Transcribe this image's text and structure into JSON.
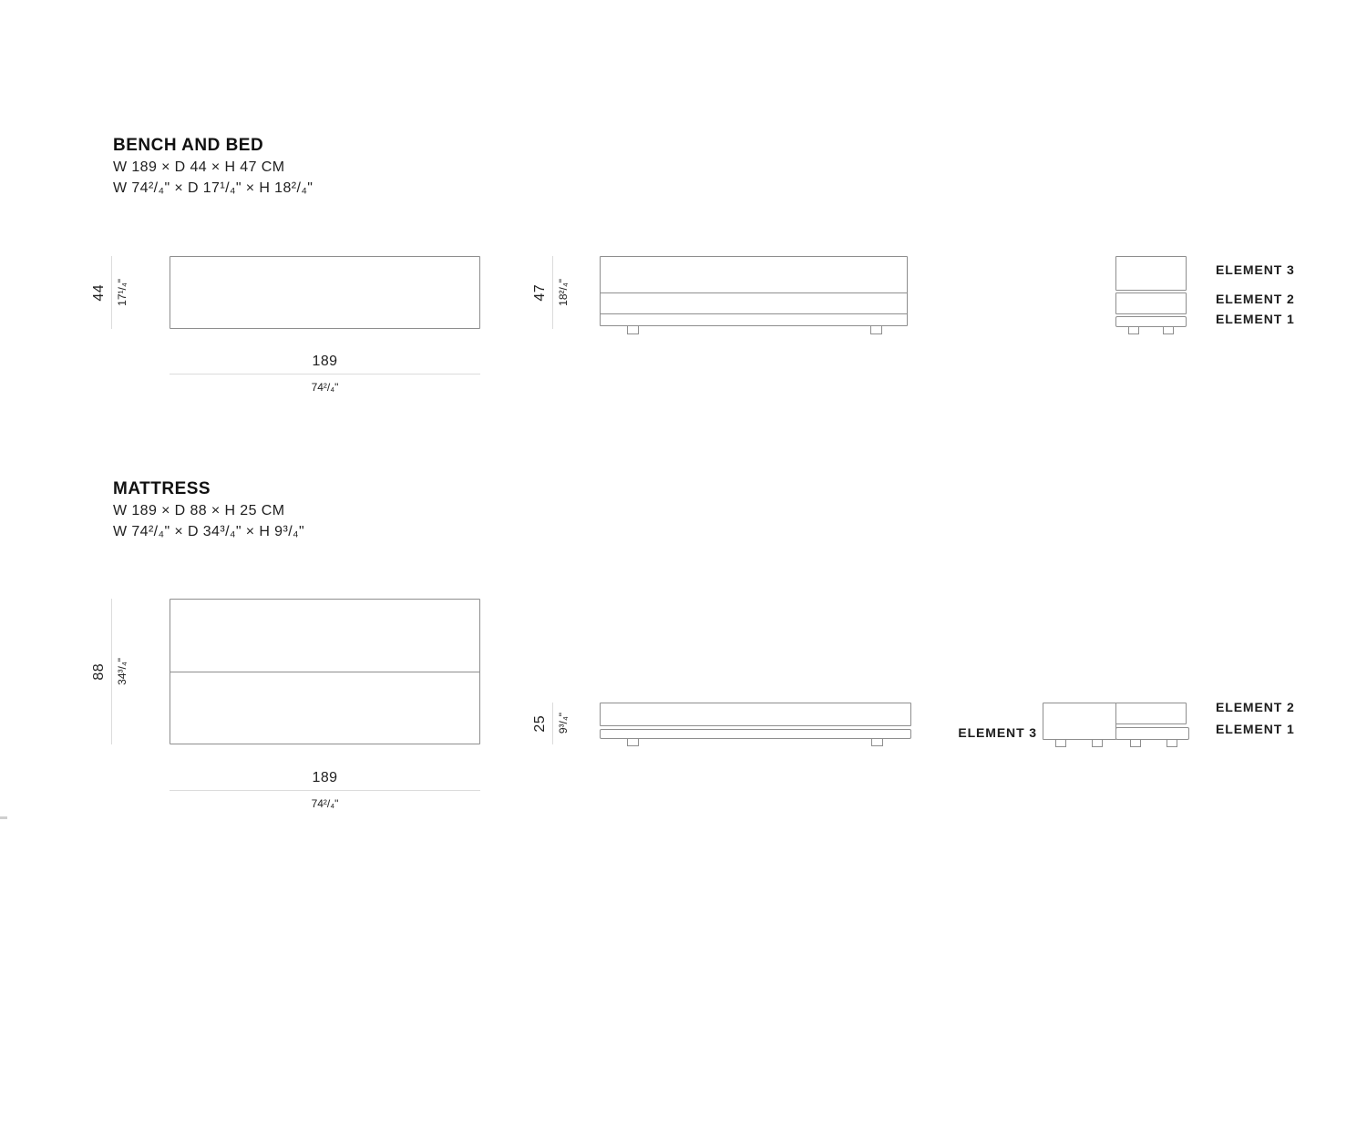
{
  "colors": {
    "outline": "#8e8e8e",
    "dimension_rule": "#dcdcdc",
    "text": "#1a1a1a"
  },
  "bench": {
    "title": "BENCH AND BED",
    "dims_cm": "W 189 × D 44 × H 47 CM",
    "dims_in": "W 74²/₄\" × D 17¹/₄\" × H 18²/₄\"",
    "top": {
      "depth_cm": "44",
      "depth_in": "17¹/₄\"",
      "width_cm": "189",
      "width_in": "74²/₄\""
    },
    "front": {
      "height_cm": "47",
      "height_in": "18²/₄\""
    },
    "element3": "ELEMENT 3",
    "element2": "ELEMENT 2",
    "element1": "ELEMENT 1"
  },
  "mattress": {
    "title": "MATTRESS",
    "dims_cm": "W 189 × D 88 × H 25 CM",
    "dims_in": "W 74²/₄\" × D 34³/₄\" × H 9³/₄\"",
    "top": {
      "depth_cm": "88",
      "depth_in": "34³/₄\"",
      "width_cm": "189",
      "width_in": "74²/₄\""
    },
    "front": {
      "height_cm": "25",
      "height_in": "9³/₄\""
    },
    "element3": "ELEMENT 3",
    "element2": "ELEMENT 2",
    "element1": "ELEMENT 1"
  }
}
